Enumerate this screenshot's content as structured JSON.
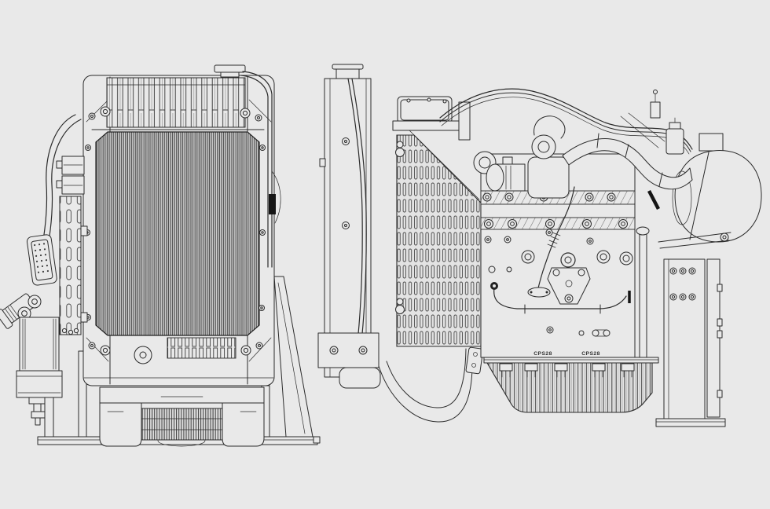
{
  "drawing": {
    "type": "engine-technical-line-drawing",
    "background_color": "#e9e9e9",
    "line_color": "#2b2b2b",
    "views": {
      "left": "front elevation",
      "right": "side elevation"
    },
    "markings": {
      "oil_pan_left": "CPS28",
      "oil_pan_right": "CPS28"
    }
  }
}
